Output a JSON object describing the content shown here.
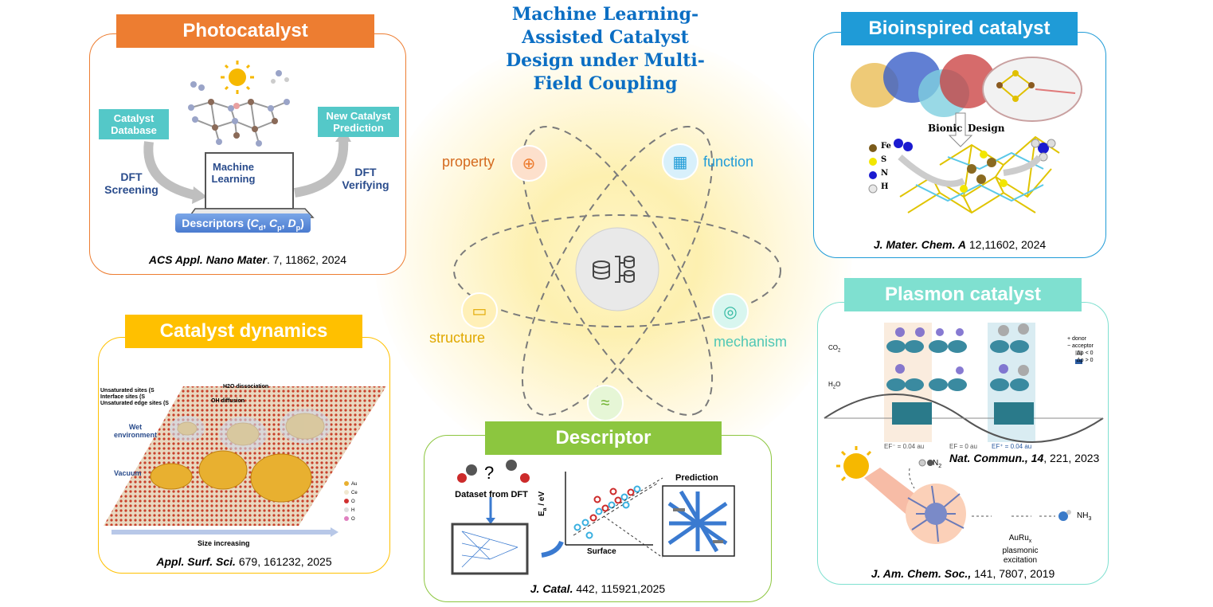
{
  "title_lines": [
    "Machine Learning-",
    "Assisted Catalyst",
    "Design under Multi-",
    "Field Coupling"
  ],
  "nodes": {
    "property": "property",
    "function": "function",
    "structure": "structure",
    "mechanism": "mechanism"
  },
  "colors": {
    "photocatalyst": "#ed7d31",
    "bioinspired": "#1f9bd7",
    "dynamics": "#ffc000",
    "plasmon": "#7fe0d0",
    "descriptor": "#8cc63f"
  },
  "photocatalyst": {
    "header": "Photocatalyst",
    "catalyst_database": "Catalyst Database",
    "new_catalyst_prediction": "New Catalyst Prediction",
    "dft_screening": "DFT Screening",
    "machine_learning": "Machine Learning",
    "dft_verifying": "DFT Verifying",
    "descriptors_label": "Descriptors (",
    "cd": "C",
    "cd_sub": "d",
    "cp": "C",
    "cp_sub": "p",
    "dp": "D",
    "dp_sub": "p",
    "cite_journal": "ACS Appl. Nano Mater",
    "cite_rest": ". 7, 11862, 2024"
  },
  "bioinspired": {
    "header": "Bioinspired catalyst",
    "bionic": "Bionic",
    "design": "Design",
    "legend": [
      "Fe",
      "S",
      "N",
      "H"
    ],
    "cite_journal": "J. Mater. Chem. A",
    "cite_rest": " 12,11602, 2024"
  },
  "dynamics": {
    "header": "Catalyst dynamics",
    "sites": [
      "Unsaturated sites (S",
      "Interface sites (S",
      "Unsaturated edge sites (S"
    ],
    "wet_environment": "Wet environment",
    "vacuum": "Vacuum",
    "size_increasing": "Size increasing",
    "h2o_dissociation": "H2O dissociation",
    "oh_diffusion": "OH diffusion",
    "legend": [
      "Au",
      "Ce",
      "O",
      "H",
      "O"
    ],
    "cite_journal": "Appl. Surf. Sci.",
    "cite_rest": " 679, 161232, 2025"
  },
  "plasmon": {
    "header": "Plasmon catalyst",
    "co2": "CO",
    "h2o": "H",
    "legend": [
      "+ donor",
      "− acceptor",
      "Δρ < 0",
      "Δρ > 0"
    ],
    "ef_labels": [
      "EF⁻ = 0.04 au",
      "EF = 0 au",
      "EF⁺ = 0.04 au"
    ],
    "cite1_journal": "Nat. Commun., 14",
    "cite1_rest": ", 221, 2023",
    "n2": "N",
    "nh3": "NH",
    "auru": "AuRu",
    "plasmonic": "plasmonic excitation",
    "cite2_journal": "J. Am. Chem. Soc.,",
    "cite2_rest": " 141, 7807, 2019"
  },
  "descriptor": {
    "header": "Descriptor",
    "dataset": "Dataset from DFT",
    "question": "?",
    "prediction": "Prediction",
    "ylabel": "E",
    "ylabel_sub": "a",
    "ylabel_unit": " / eV",
    "xlabel": "Surface",
    "cite_journal": "J. Catal.",
    "cite_rest": " 442, 115921,2025"
  }
}
